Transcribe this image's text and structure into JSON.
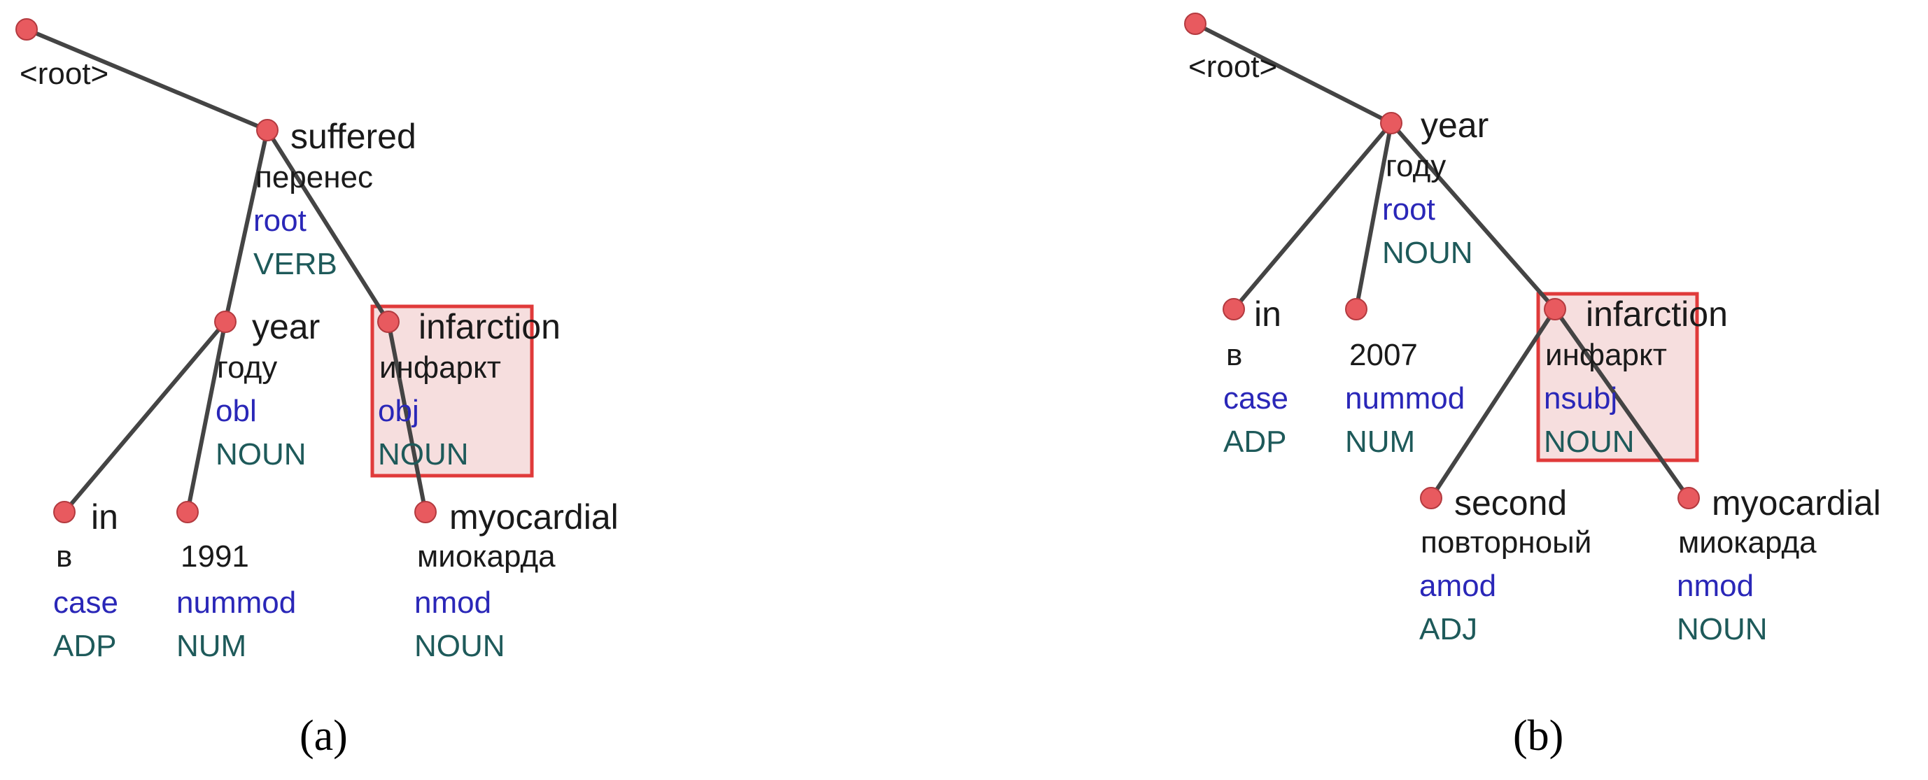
{
  "colors": {
    "node": "#e85a5f",
    "node_stroke": "#b33a3f",
    "edge": "#444444",
    "relation": "#2a27b8",
    "pos": "#1e5a5a",
    "highlight_stroke": "#e03a3a",
    "highlight_fill": "#f6dede"
  },
  "panels": [
    {
      "caption": "(a)",
      "root_label": "<root>",
      "tokens": [
        {
          "en": "suffered",
          "ru": "перенес",
          "rel": "root",
          "pos": "VERB"
        },
        {
          "en": "year",
          "ru": "году",
          "rel": "obl",
          "pos": "NOUN"
        },
        {
          "en": "infarction",
          "ru": "инфаркт",
          "rel": "obj",
          "pos": "NOUN",
          "highlight": true
        },
        {
          "en": "in",
          "ru": "в",
          "rel": "case",
          "pos": "ADP"
        },
        {
          "en": "",
          "ru": "1991",
          "rel": "nummod",
          "pos": "NUM"
        },
        {
          "en": "myocardial",
          "ru": "миокарда",
          "rel": "nmod",
          "pos": "NOUN"
        }
      ]
    },
    {
      "caption": "(b)",
      "root_label": "<root>",
      "tokens": [
        {
          "en": "year",
          "ru": "году",
          "rel": "root",
          "pos": "NOUN"
        },
        {
          "en": "in",
          "ru": "в",
          "rel": "case",
          "pos": "ADP"
        },
        {
          "en": "",
          "ru": "2007",
          "rel": "nummod",
          "pos": "NUM"
        },
        {
          "en": "infarction",
          "ru": "инфаркт",
          "rel": "nsubj",
          "pos": "NOUN",
          "highlight": true
        },
        {
          "en": "second",
          "ru": "повторноый",
          "rel": "amod",
          "pos": "ADJ"
        },
        {
          "en": "myocardial",
          "ru": "миокарда",
          "rel": "nmod",
          "pos": "NOUN"
        }
      ]
    }
  ]
}
